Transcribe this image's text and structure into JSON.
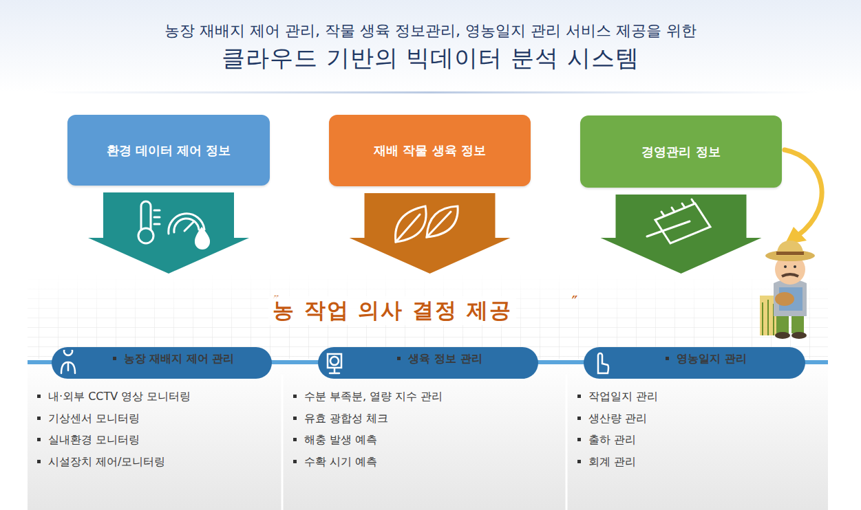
{
  "diagram": {
    "title": "클라우드 기반의 빅데이터 분석 시스템",
    "nodes": [
      {
        "text": [
          "환경 데이터 제어 정보"
        ]
      },
      {
        "text": [
          "재배 작물 생육 정보"
        ]
      },
      {
        "text": [
          "경영관리 정보"
        ]
      },
      {
        "text": [
          "농 작업 의사 결정 제공"
        ]
      },
      {
        "text": [
          "내·외부 CCTV 영상 모니터링",
          "기상센서 모니터링",
          "실내환경 모니터링",
          "시설장치 제어/모니터링"
        ]
      },
      {
        "text": [
          "농장 재배지 제어 관리"
        ],
        "in": 4
      },
      {
        "text": [
          "수분 부족분, 열량 지수 관리",
          "유효 광합성 체크",
          "해충 발생 예측",
          "수확 시기 예측"
        ]
      },
      {
        "text": [
          "생육 정보 관리"
        ],
        "in": 6
      },
      {
        "text": [
          "작업일지 관리",
          "생산량 관리",
          "출하 관리",
          "회계 관리"
        ]
      },
      {
        "text": [
          "영농일지 관리"
        ],
        "in": 8
      }
    ],
    "edges": [
      {
        "from": 0,
        "to": 3,
        "arrow": "to"
      },
      {
        "from": 1,
        "to": 3,
        "arrow": "to"
      },
      {
        "from": 2,
        "to": 3,
        "arrow": "to"
      }
    ],
    "labels": [
      "농장 재배지 제어 관리, 작물 생육 정보관리, 영농일지 관리 서비스 제공을 위한",
      "″",
      "″"
    ]
  }
}
